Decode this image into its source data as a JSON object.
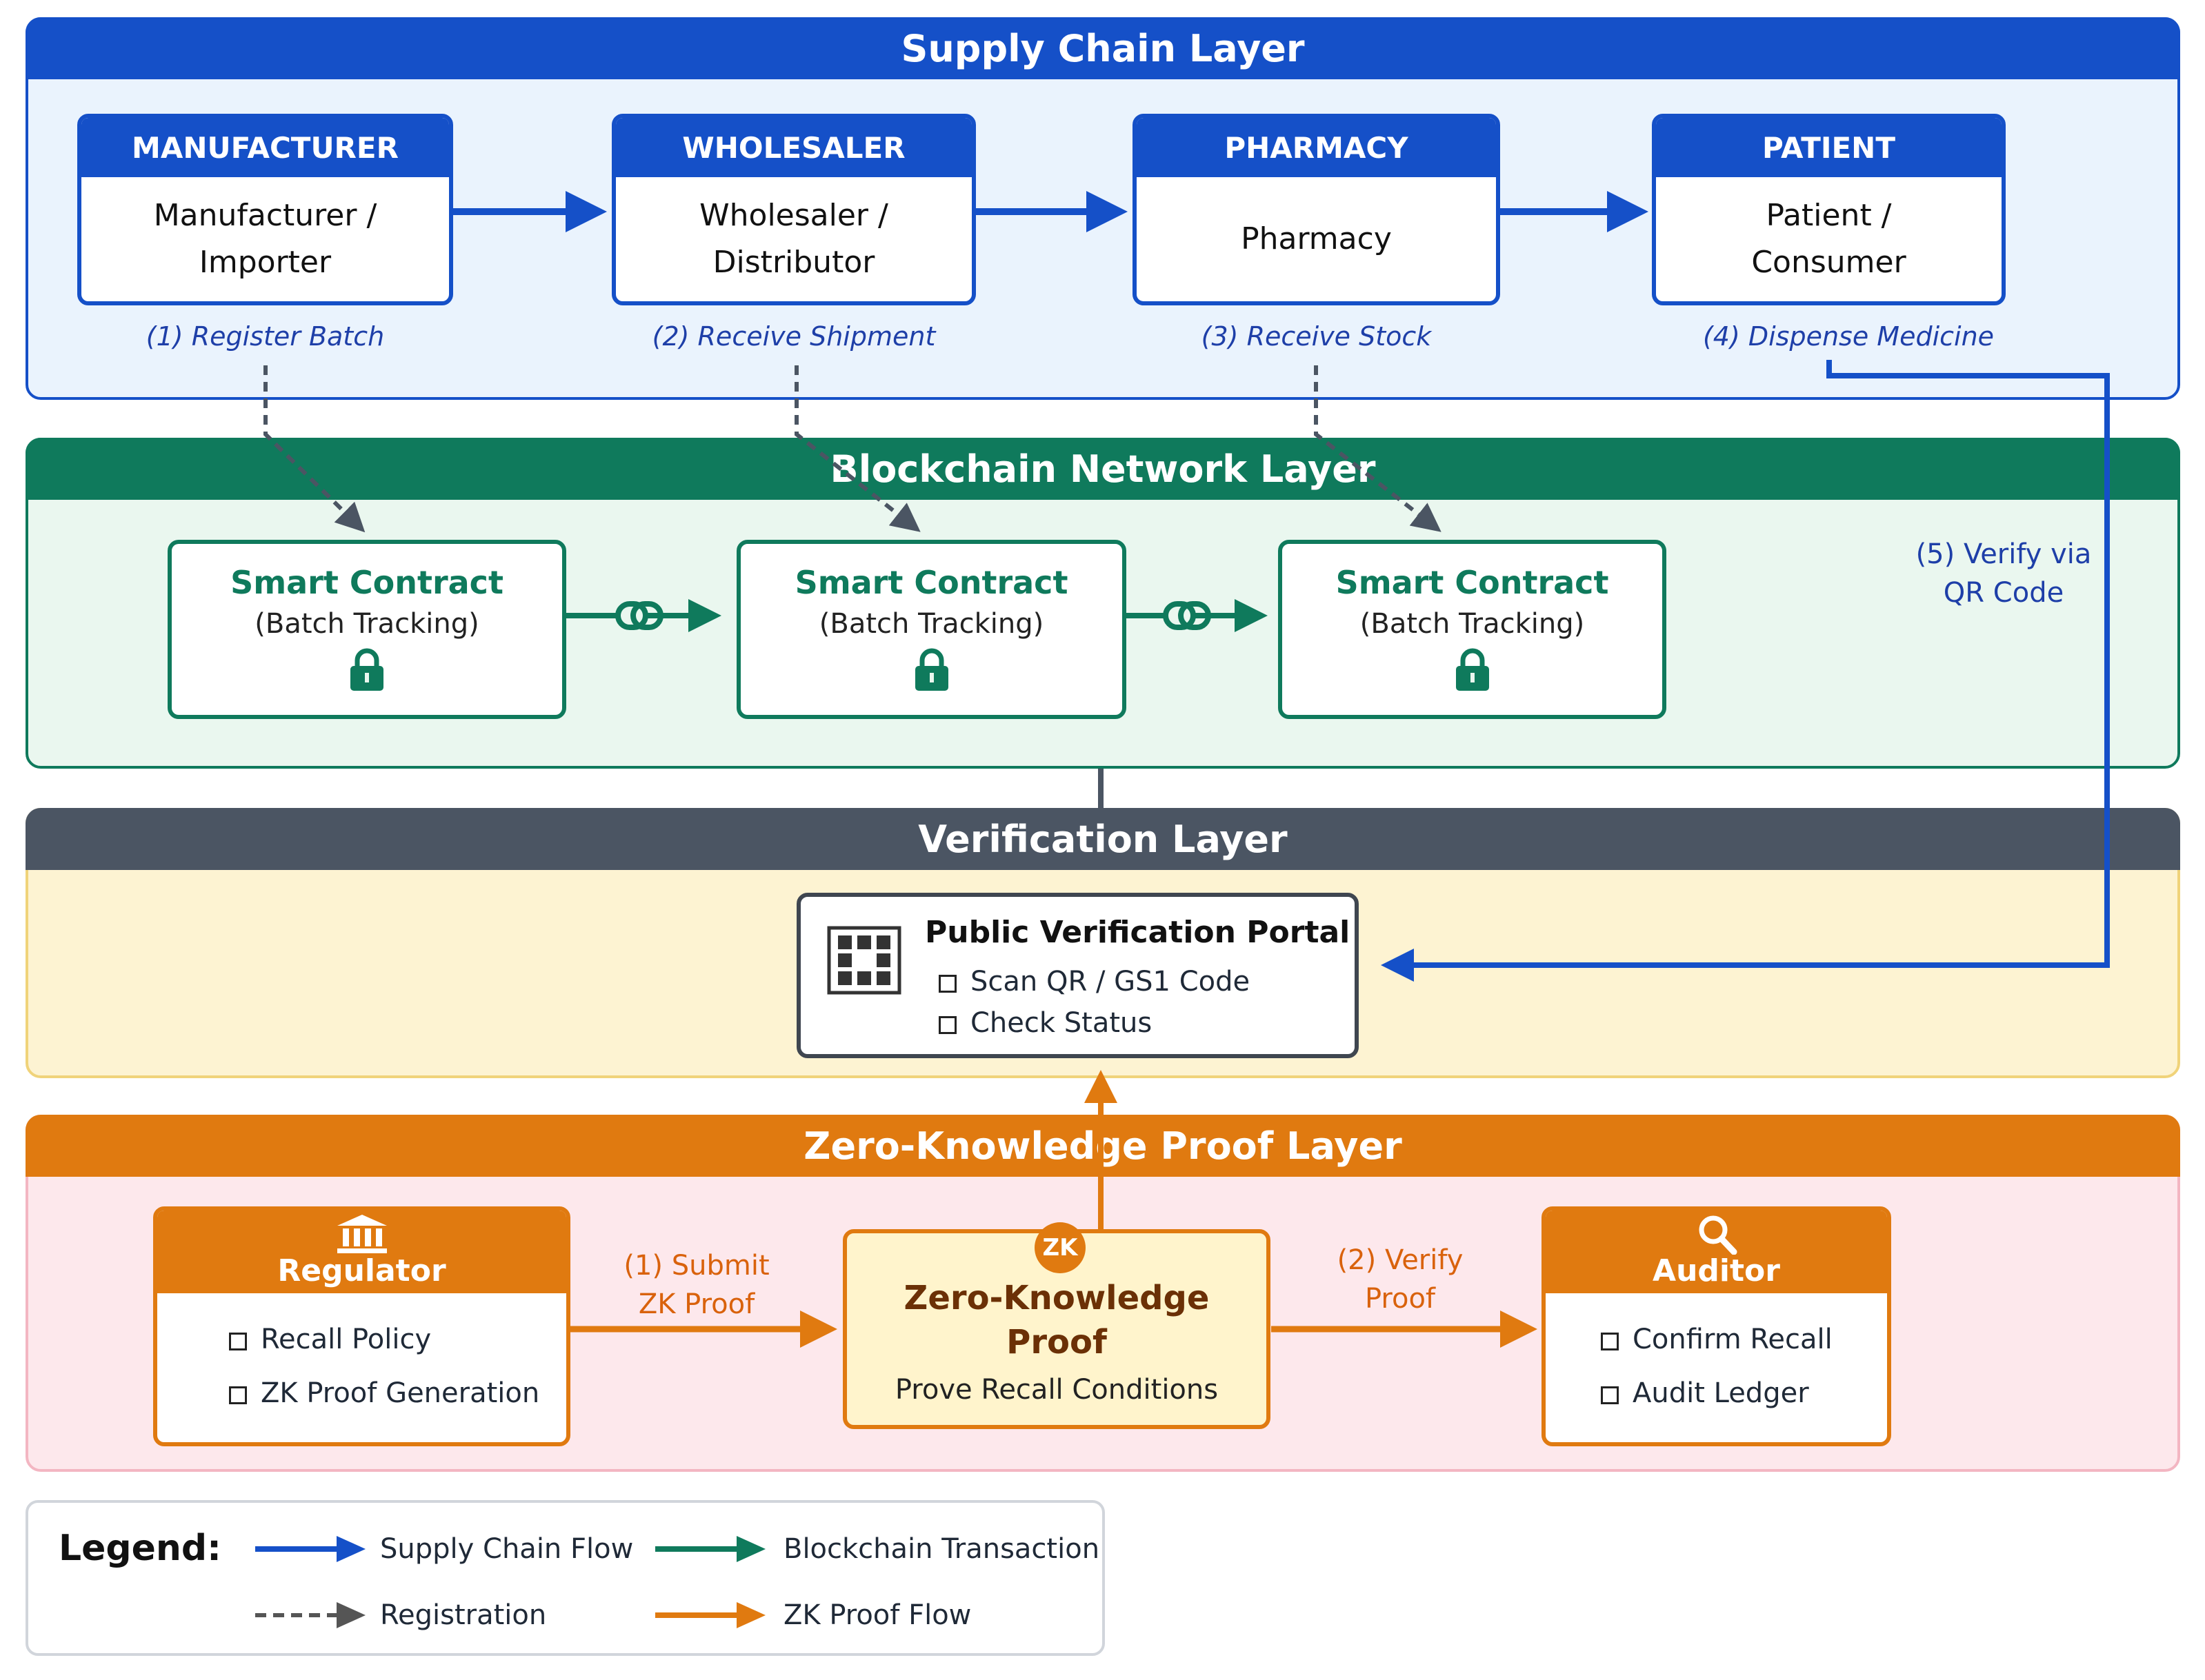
{
  "supply_layer": {
    "title": "Supply Chain Layer",
    "nodes": [
      {
        "header": "MANUFACTURER",
        "line1": "Manufacturer /",
        "line2": "Importer",
        "step": "(1) Register Batch"
      },
      {
        "header": "WHOLESALER",
        "line1": "Wholesaler /",
        "line2": "Distributor",
        "step": "(2) Receive Shipment"
      },
      {
        "header": "PHARMACY",
        "line1": "Pharmacy",
        "line2": "",
        "step": "(3) Receive Stock"
      },
      {
        "header": "PATIENT",
        "line1": "Patient /",
        "line2": "Consumer",
        "step": "(4) Dispense Medicine"
      }
    ]
  },
  "blockchain_layer": {
    "title": "Blockchain Network Layer",
    "contracts": [
      {
        "title": "Smart Contract",
        "subtitle": "(Batch Tracking)"
      },
      {
        "title": "Smart Contract",
        "subtitle": "(Batch Tracking)"
      },
      {
        "title": "Smart Contract",
        "subtitle": "(Batch Tracking)"
      }
    ],
    "verify_note_line1": "(5) Verify via",
    "verify_note_line2": "QR Code"
  },
  "verification_layer": {
    "title": "Verification Layer",
    "portal_title": "Public Verification Portal",
    "items": [
      "Scan QR / GS1 Code",
      "Check Status"
    ]
  },
  "zkp_layer": {
    "title": "Zero-Knowledge Proof Layer",
    "regulator": {
      "title": "Regulator",
      "items": [
        "Recall Policy",
        "ZK Proof Generation"
      ]
    },
    "submit_label_line1": "(1) Submit",
    "submit_label_line2": "ZK Proof",
    "zk_badge": "ZK",
    "zk_title_line1": "Zero-Knowledge",
    "zk_title_line2": "Proof",
    "zk_subtitle": "Prove Recall Conditions",
    "verify_label_line1": "(2) Verify",
    "verify_label_line2": "Proof",
    "auditor": {
      "title": "Auditor",
      "items": [
        "Confirm Recall",
        "Audit Ledger"
      ]
    }
  },
  "legend": {
    "title": "Legend:",
    "items": [
      {
        "label": "Supply Chain Flow",
        "color": "#1d4ed8",
        "style": "solid"
      },
      {
        "label": "Blockchain Transaction",
        "color": "#0f7a5c",
        "style": "solid"
      },
      {
        "label": "Registration",
        "color": "#555555",
        "style": "dashed"
      },
      {
        "label": "ZK Proof Flow",
        "color": "#e07a10",
        "style": "solid"
      }
    ]
  },
  "colors": {
    "supply": "#1550c8",
    "blockchain": "#0f7a5c",
    "verification": "#4b5563",
    "zkp": "#e07a10"
  }
}
